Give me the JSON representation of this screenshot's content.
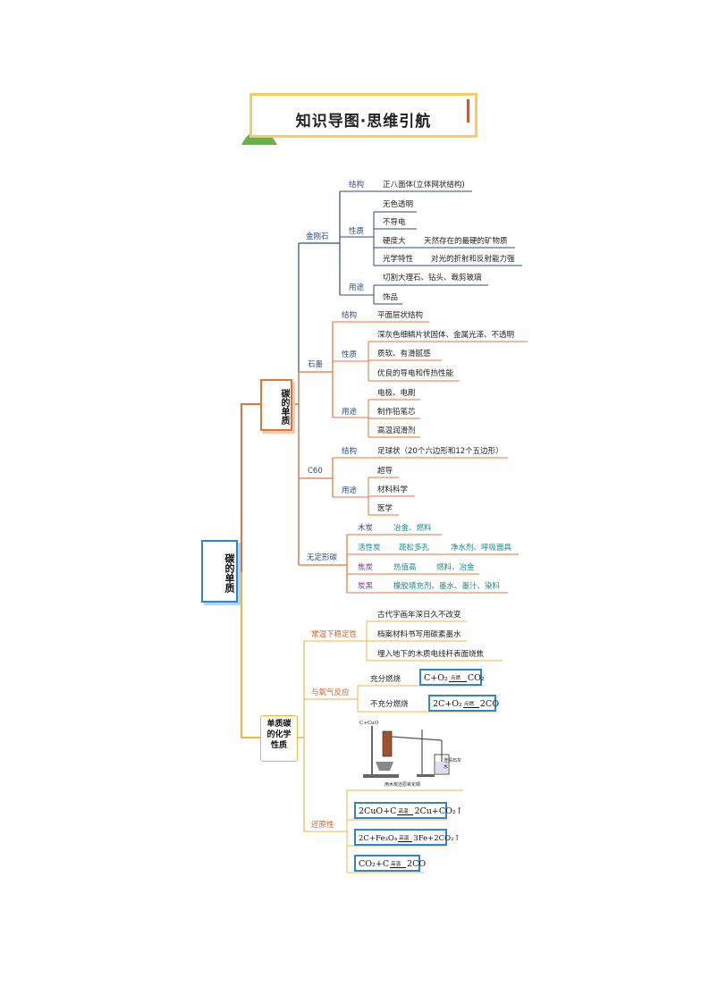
{
  "title": "知识导图·思维引航",
  "root": "碳的单质",
  "branch1": {
    "label": "碳的单质",
    "diamond": {
      "label": "金刚石",
      "structure_label": "结构",
      "structure": "正八面体(立体网状结构)",
      "property_label": "性质",
      "props": [
        "无色透明",
        "不导电",
        "硬度大",
        "天然存在的最硬的矿物质",
        "光学特性",
        "对光的折射和反射能力强"
      ],
      "use_label": "用途",
      "uses": [
        "切割大理石、钻头、裁剪玻璃",
        "饰品"
      ]
    },
    "graphite": {
      "label": "石墨",
      "structure_label": "结构",
      "structure": "平面层状结构",
      "property_label": "性质",
      "props": [
        "深灰色细鳞片状固体、金属光泽、不透明",
        "质软、有滑腻感",
        "优良的导电和传热性能"
      ],
      "use_label": "用途",
      "uses": [
        "电极、电刷",
        "制作铅笔芯",
        "高温润滑剂"
      ]
    },
    "c60": {
      "label": "C60",
      "structure_label": "结构",
      "structure": "足球状（20个六边形和12个五边形）",
      "use_label": "用途",
      "uses": [
        "超导",
        "材料科学",
        "医学"
      ]
    },
    "amorphous": {
      "label": "无定形碳",
      "items": [
        {
          "name": "木炭",
          "uses": [
            "冶金、燃料"
          ]
        },
        {
          "name": "活性炭",
          "uses": [
            "疏松多孔",
            "净水剂、呼吸面具"
          ]
        },
        {
          "name": "焦炭",
          "uses": [
            "热值高",
            "燃料、冶金"
          ]
        },
        {
          "name": "炭黑",
          "uses": [
            "橡胶填充剂、墨水、墨汁、染料"
          ]
        }
      ]
    }
  },
  "branch2": {
    "label": "单质碳的化学性质",
    "stability": {
      "label": "常温下稳定性",
      "items": [
        "古代字画年深日久不改变",
        "档案材料书写用碳素墨水",
        "埋入地下的木质电线杆表面烧焦"
      ]
    },
    "oxygen": {
      "label": "与氧气反应",
      "full_label": "充分燃烧",
      "full_eq": "C+O₂",
      "full_cond": "点燃",
      "full_prod": "CO₂",
      "incomplete_label": "不充分燃烧",
      "inc_eq": "2C+O₂",
      "inc_cond": "点燃",
      "inc_prod": "2CO"
    },
    "apparatus": {
      "reactants": "C+CuO",
      "water": "澄清石灰水",
      "caption": "用木炭还原氧化铜"
    },
    "reduction": {
      "label": "还原性",
      "eq1_left": "2CuO+C",
      "eq1_cond": "高温",
      "eq1_right": "2Cu+CO₂↑",
      "eq2_left": "2C+Fe₃O₄",
      "eq2_cond": "高温",
      "eq2_right": "3Fe+2CO₂↑",
      "eq3_left": "CO₂+C",
      "eq3_cond": "高温",
      "eq3_right": "2CO"
    }
  },
  "colors": {
    "navy": "#2c4a8a",
    "orange": "#e0743a",
    "gold": "#f0b445",
    "teal": "#1f8a86",
    "purple": "#7a3d9a",
    "formula_border": "#2f86c8"
  }
}
